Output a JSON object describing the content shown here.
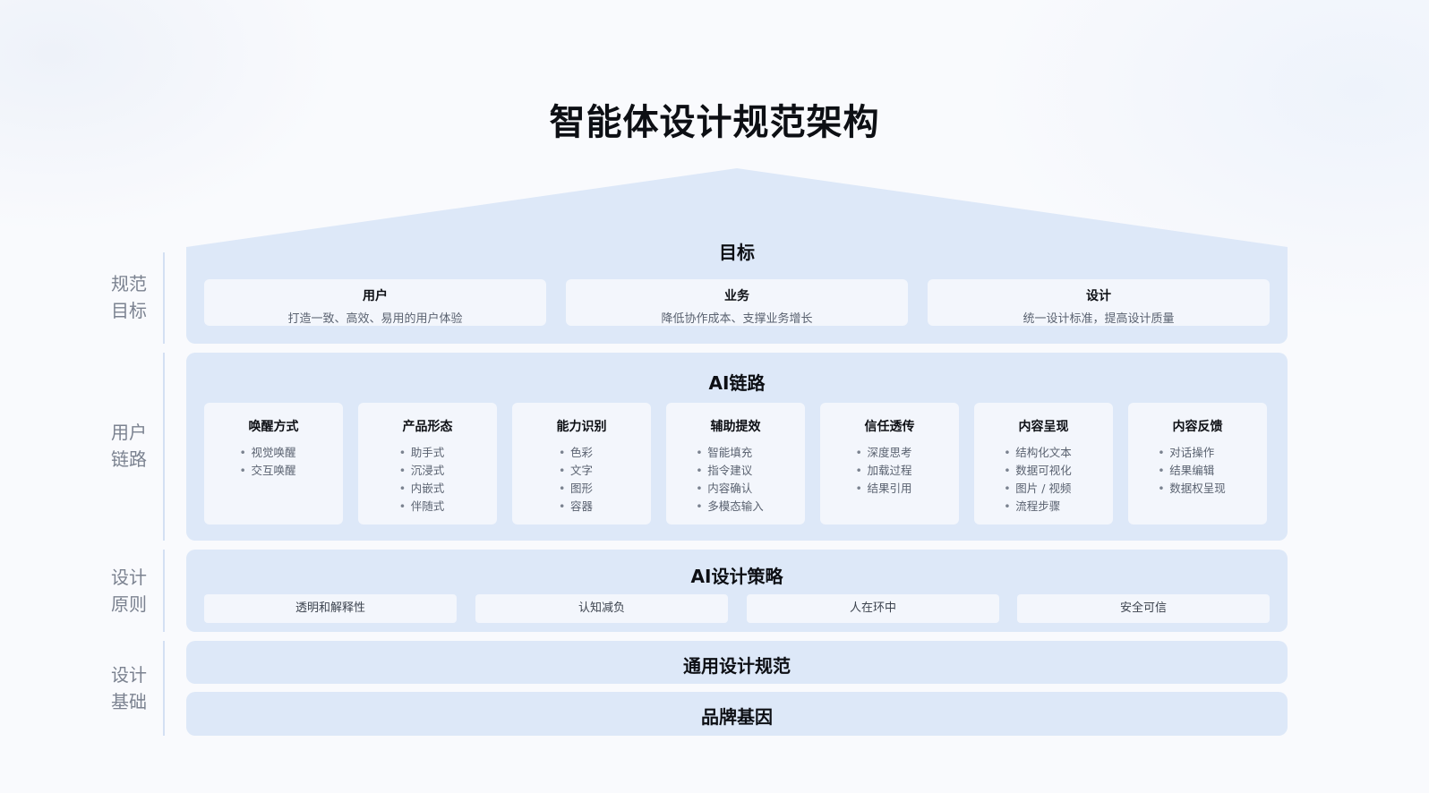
{
  "title": "智能体设计规范架构",
  "colors": {
    "panel": "#dde8f8",
    "card": "#f3f6fc",
    "side_text": "#7b8290"
  },
  "side_labels": [
    {
      "line1": "规范",
      "line2": "目标"
    },
    {
      "line1": "用户",
      "line2": "链路"
    },
    {
      "line1": "设计",
      "line2": "原则"
    },
    {
      "line1": "设计",
      "line2": "基础"
    }
  ],
  "goal": {
    "heading": "目标",
    "cards": [
      {
        "title": "用户",
        "desc": "打造一致、高效、易用的用户体验"
      },
      {
        "title": "业务",
        "desc": "降低协作成本、支撑业务增长"
      },
      {
        "title": "设计",
        "desc": "统一设计标准，提高设计质量"
      }
    ]
  },
  "chain": {
    "heading": "AI链路",
    "cards": [
      {
        "title": "唤醒方式",
        "items": [
          "视觉唤醒",
          "交互唤醒"
        ]
      },
      {
        "title": "产品形态",
        "items": [
          "助手式",
          "沉浸式",
          "内嵌式",
          "伴随式"
        ]
      },
      {
        "title": "能力识别",
        "items": [
          "色彩",
          "文字",
          "图形",
          "容器"
        ]
      },
      {
        "title": "辅助提效",
        "items": [
          "智能填充",
          "指令建议",
          "内容确认",
          "多模态输入"
        ]
      },
      {
        "title": "信任透传",
        "items": [
          "深度思考",
          "加载过程",
          "结果引用"
        ]
      },
      {
        "title": "内容呈现",
        "items": [
          "结构化文本",
          "数据可视化",
          "图片 / 视频",
          "流程步骤"
        ]
      },
      {
        "title": "内容反馈",
        "items": [
          "对话操作",
          "结果编辑",
          "数据权呈现"
        ]
      }
    ]
  },
  "strategy": {
    "heading": "AI设计策略",
    "chips": [
      "透明和解释性",
      "认知减负",
      "人在环中",
      "安全可信"
    ]
  },
  "foundation": {
    "general": "通用设计规范",
    "brand": "品牌基因"
  }
}
